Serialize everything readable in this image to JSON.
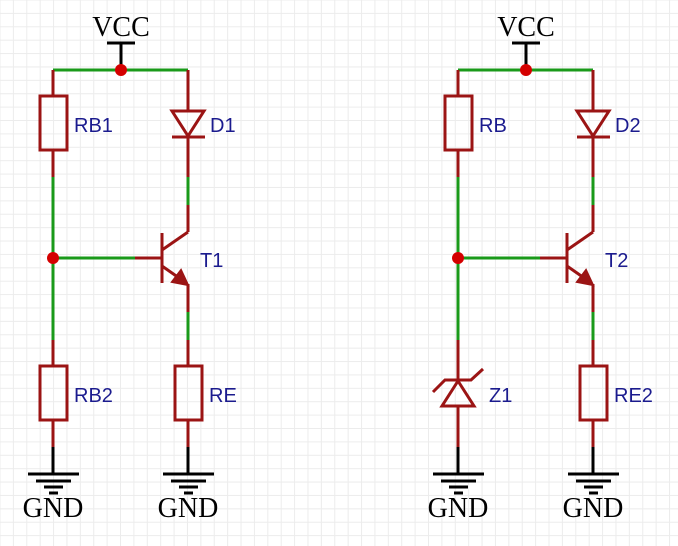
{
  "diagram": {
    "type": "electronic-schematic",
    "colors": {
      "wire": "#1a9a1a",
      "component": "#9b1414",
      "junction": "#d40000",
      "ref_label": "#1b1b8e",
      "net_label": "#000000",
      "grid": "#ececec"
    },
    "circuits": [
      {
        "name": "left-circuit",
        "power_label": "VCC",
        "components": {
          "rb_top": "RB1",
          "diode": "D1",
          "transistor": "T1",
          "rb_bottom": "RB2",
          "re": "RE"
        },
        "ground_labels": [
          "GND",
          "GND"
        ]
      },
      {
        "name": "right-circuit",
        "power_label": "VCC",
        "components": {
          "rb_top": "RB",
          "diode": "D2",
          "transistor": "T2",
          "zener": "Z1",
          "re": "RE2"
        },
        "ground_labels": [
          "GND",
          "GND"
        ]
      }
    ]
  }
}
